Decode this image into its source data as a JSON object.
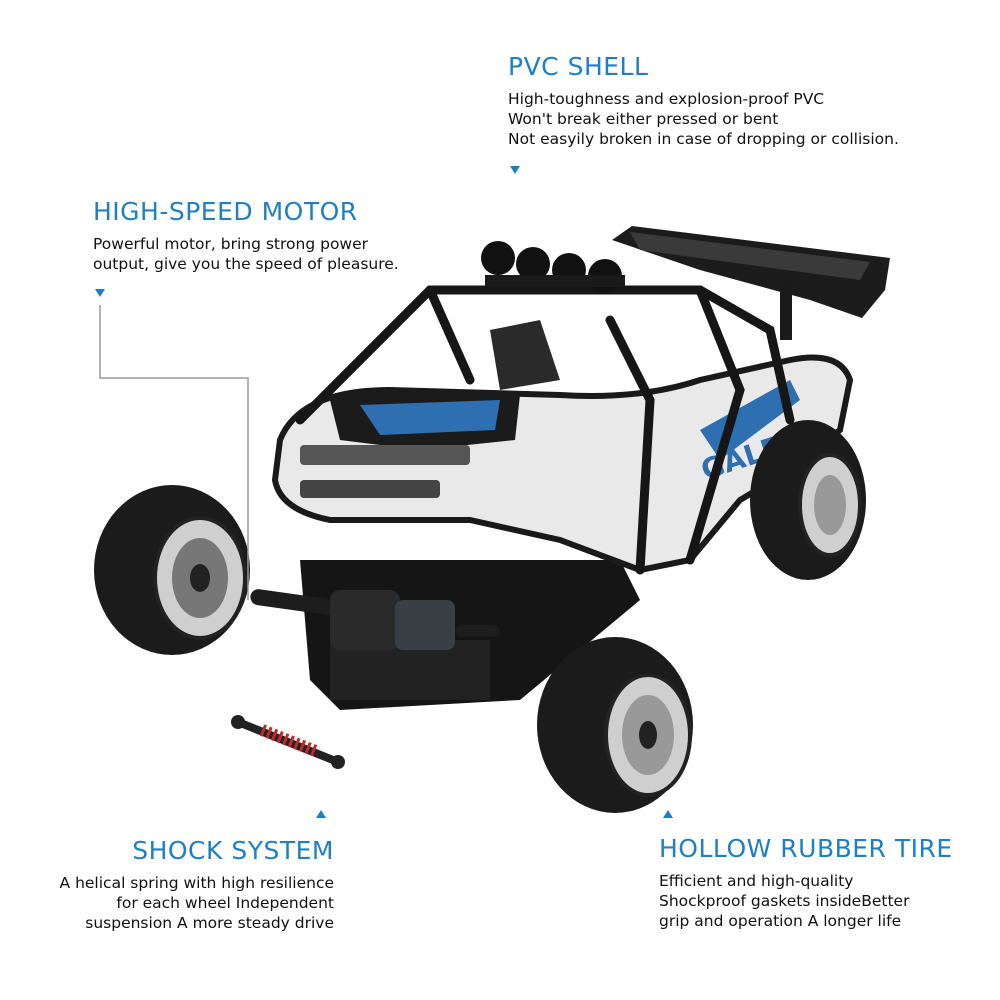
{
  "colors": {
    "accent": "#1f7fc4",
    "text": "#111111",
    "background": "#ffffff"
  },
  "callouts": {
    "pvc_shell": {
      "title": "PVC SHELL",
      "lines": [
        "High-toughness and explosion-proof PVC",
        "Won't break either pressed or bent",
        "Not easyily broken in case of dropping or collision."
      ]
    },
    "motor": {
      "title": "HIGH-SPEED MOTOR",
      "lines": [
        "Powerful motor, bring strong power",
        "output, give you the speed of pleasure."
      ]
    },
    "shock": {
      "title": "SHOCK SYSTEM",
      "lines": [
        "A helical spring with high resilience",
        "for each wheel Independent",
        "suspension A more steady drive"
      ]
    },
    "tire": {
      "title": "HOLLOW RUBBER TIRE",
      "lines": [
        "Efficient and high-quality",
        "Shockproof gaskets insideBetter",
        "grip and operation A longer life"
      ]
    }
  },
  "illustration": {
    "icon": "rc-car-icon"
  }
}
